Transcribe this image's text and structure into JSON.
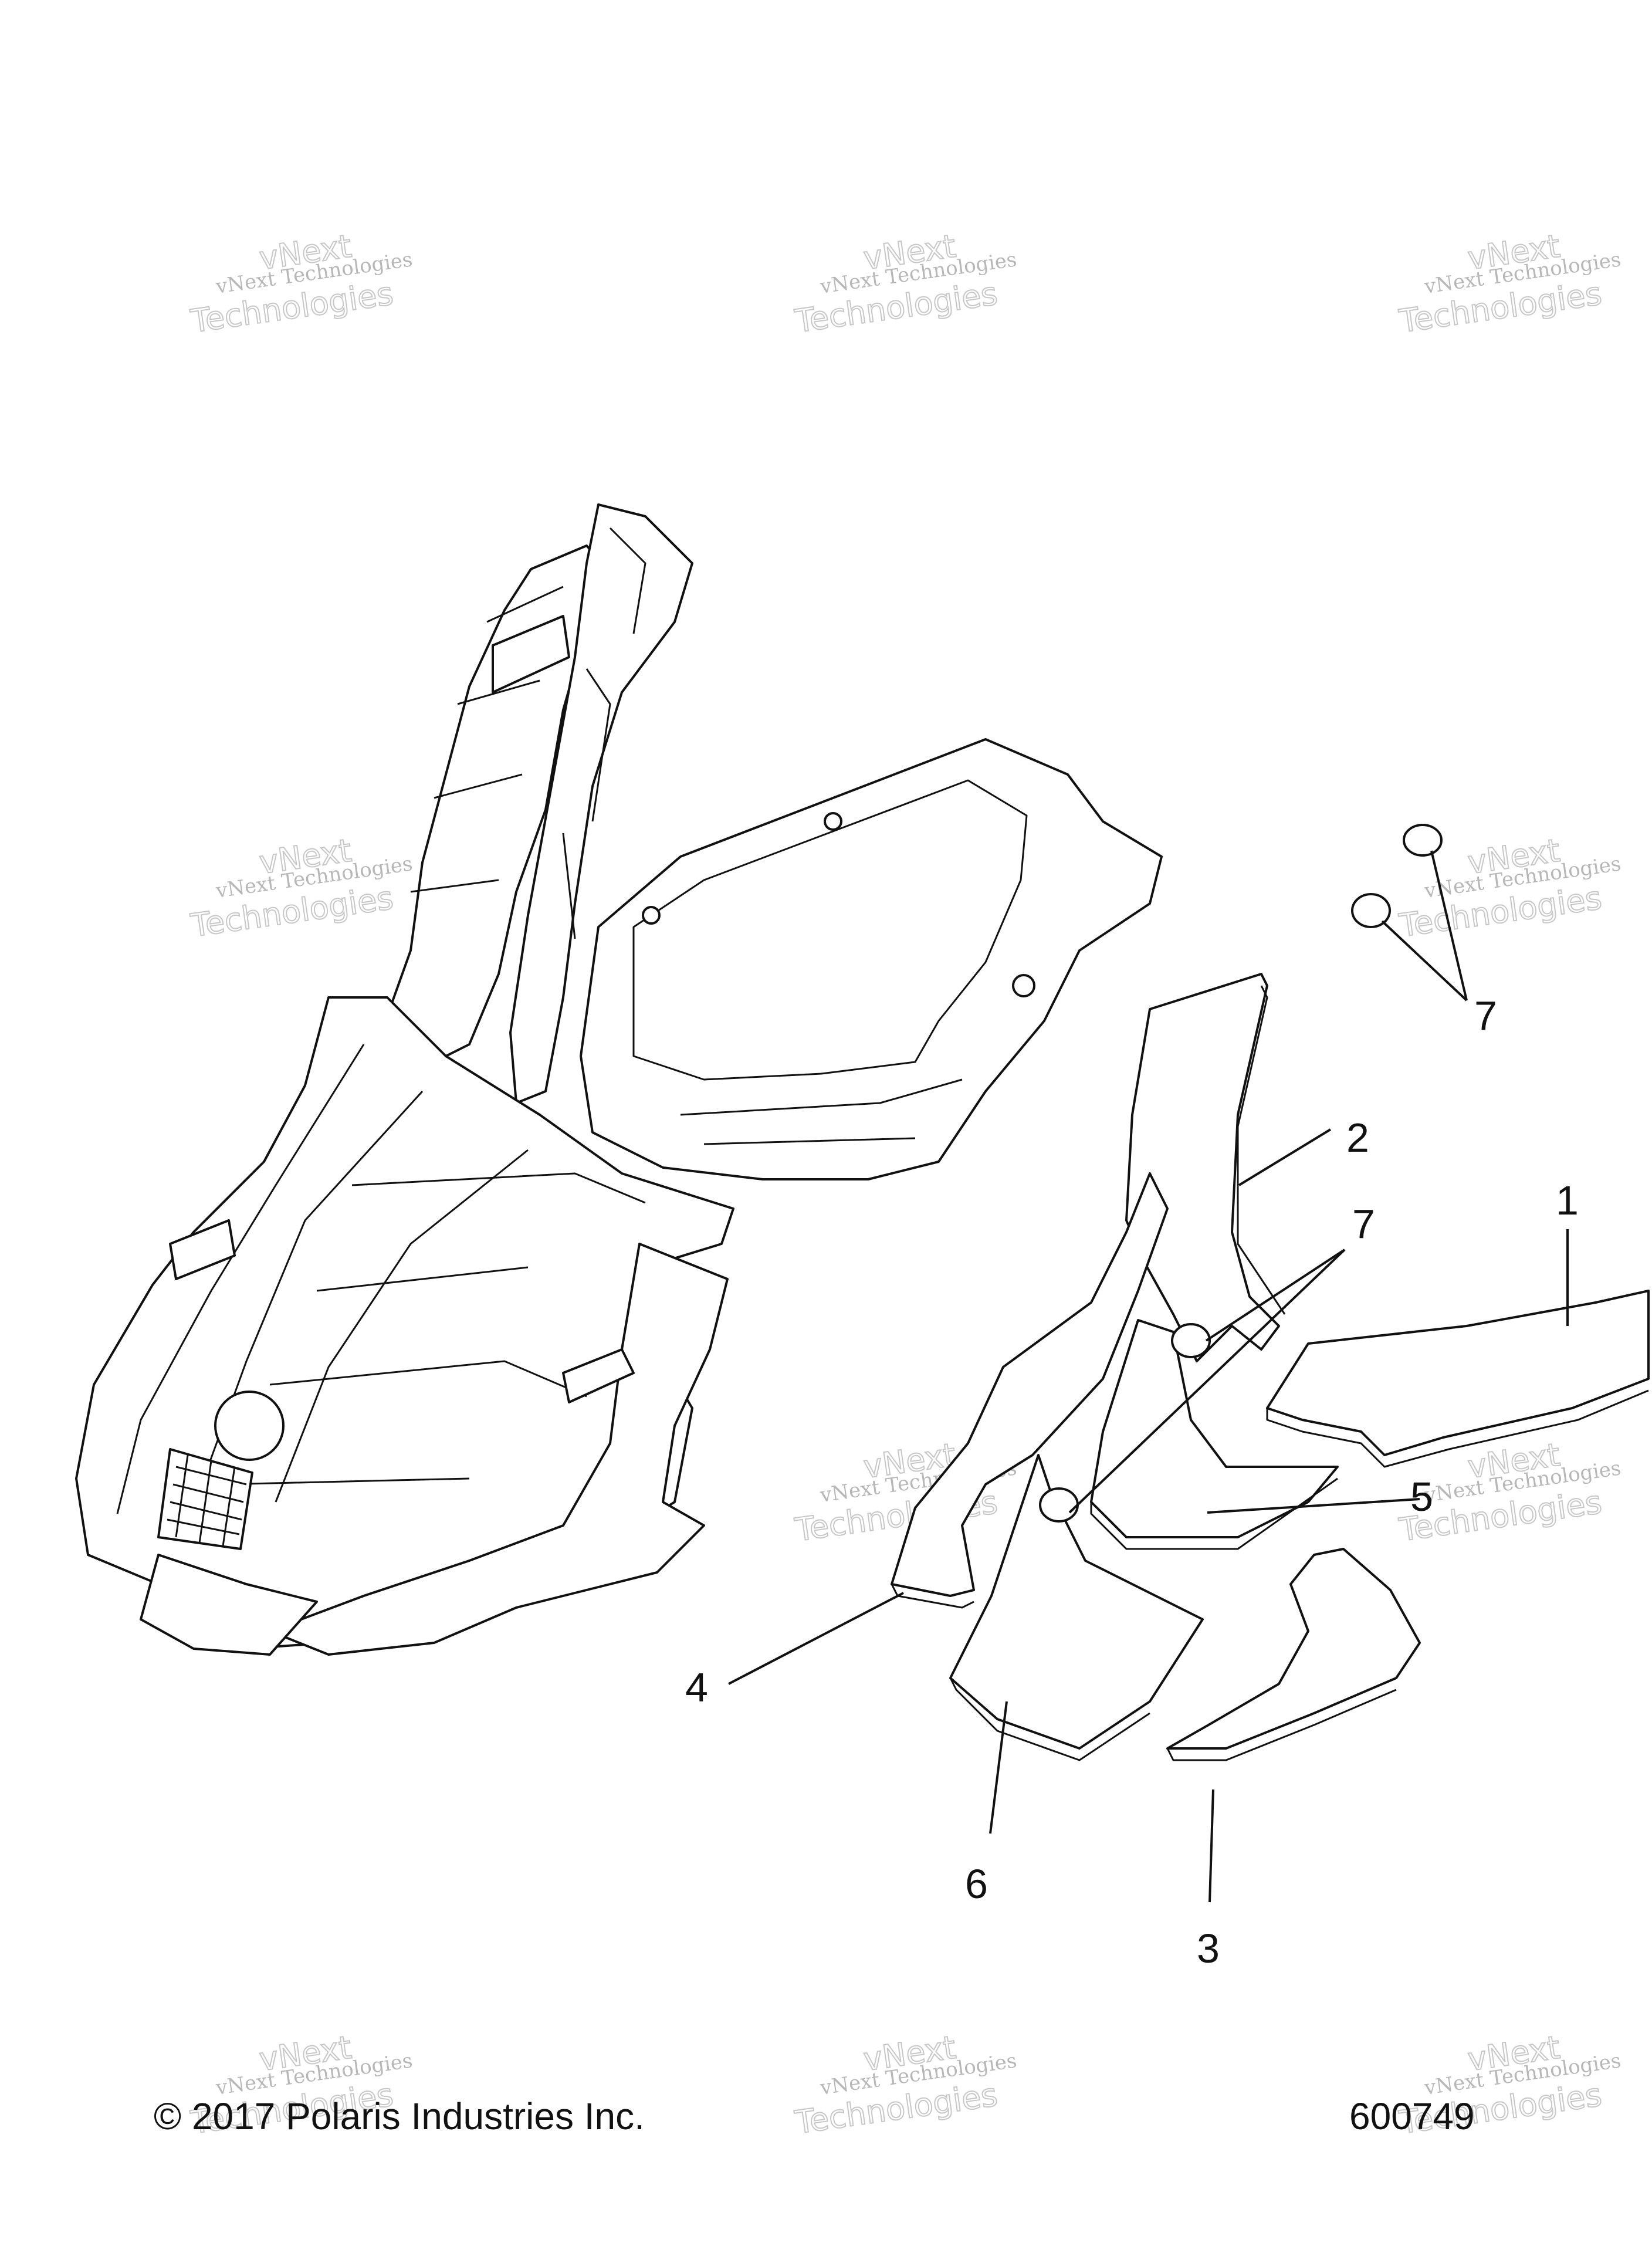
{
  "callouts": [
    {
      "id": "1",
      "label": "1"
    },
    {
      "id": "2",
      "label": "2"
    },
    {
      "id": "3",
      "label": "3"
    },
    {
      "id": "4",
      "label": "4"
    },
    {
      "id": "5",
      "label": "5"
    },
    {
      "id": "6",
      "label": "6"
    },
    {
      "id": "7a",
      "label": "7"
    },
    {
      "id": "7b",
      "label": "7"
    }
  ],
  "watermark": {
    "line1": "vNext Technologies",
    "line2": "vNext",
    "line3": "Technologies"
  },
  "footer": {
    "copyright": "© 2017 Polaris Industries Inc.",
    "figure_number": "600749"
  },
  "colors": {
    "line": "#111111",
    "background": "#ffffff",
    "watermark": "#9a9a9a"
  }
}
